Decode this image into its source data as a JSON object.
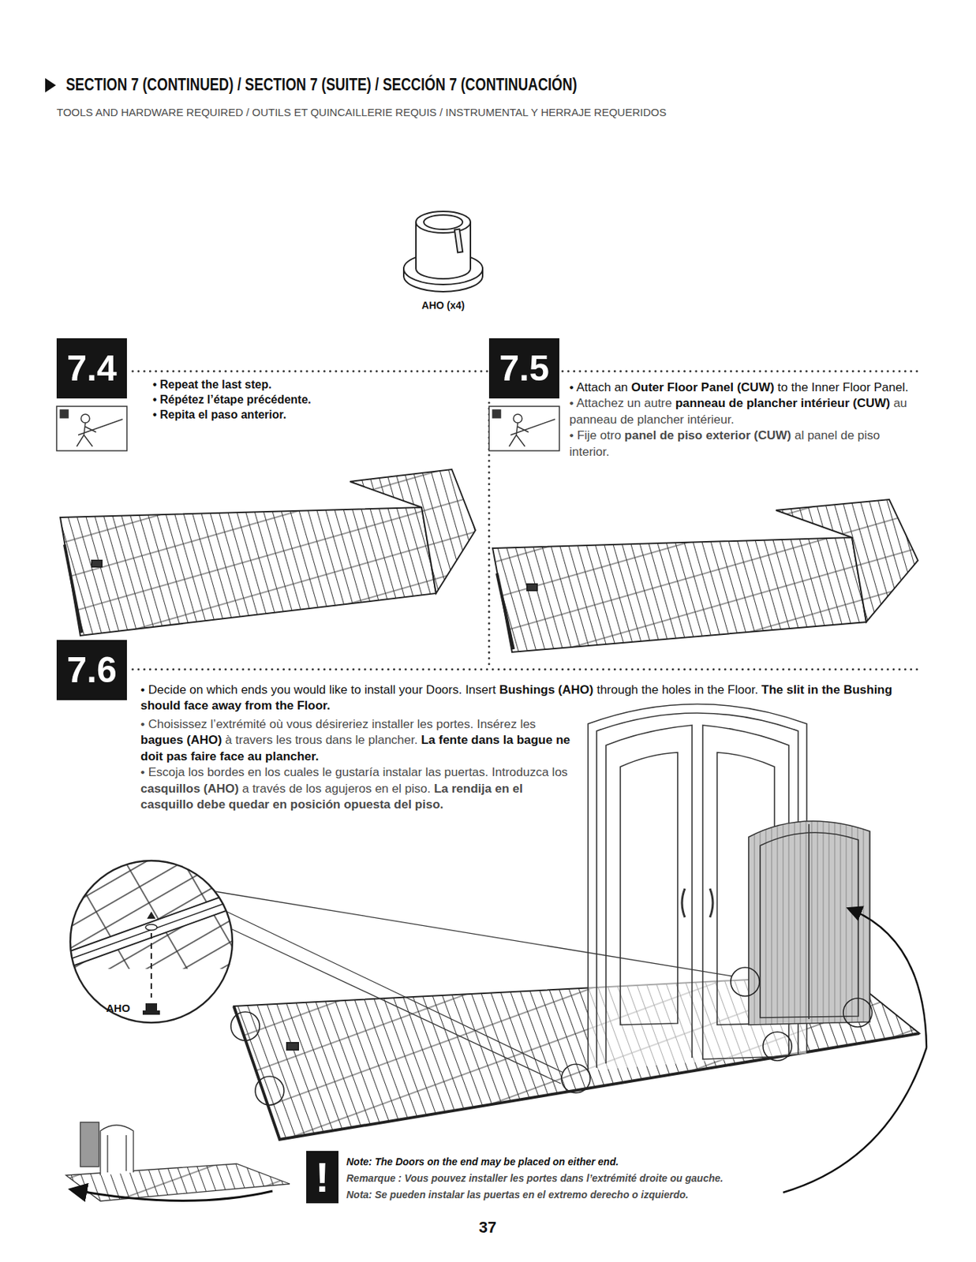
{
  "diagram": {
    "title": "SECTION 7 (CONTINUED) / SECTION 7 (SUITE) / SECCIÓN 7 (CONTINUACIÓN)",
    "nodes": [
      {
        "text": [
          "7.4"
        ]
      },
      {
        "text": [
          "7.5"
        ]
      },
      {
        "text": [
          "7.6"
        ]
      },
      {
        "text": [
          "!"
        ]
      }
    ],
    "labels": [
      "TOOLS AND HARDWARE REQUIRED / OUTILS ET QUINCAILLERIE REQUIS / INSTRUMENTAL Y HERRAJE REQUERIDOS",
      "AHO (x4)",
      "• Repeat the last step.",
      "• Répétez l’étape précédente.",
      "• Repita el paso anterior.",
      "• Attach an",
      "Outer Floor Panel (CUW)",
      "to the Inner Floor Panel.",
      "• Attachez un autre",
      "panneau de plancher intérieur (CUW)",
      "au panneau de plancher intérieur.",
      "• Fije otro",
      "panel de piso exterior (CUW)",
      "al panel de piso interior.",
      "• Decide on which ends you would like to install your Doors. Insert",
      "Bushings (AHO)",
      "through the holes in the Floor.",
      "The slit in the Bushing should face away from the Floor.",
      "• Choisissez l’extrémité où vous désireriez installer les portes. Insérez les",
      "bagues (AHO)",
      "à travers les trous dans le plancher.",
      "La fente dans la bague ne doit pas faire face au plancher.",
      "• Escoja los bordes en los cuales le gustaría instalar las puertas. Introduzca los",
      "casquillos (AHO)",
      "a través de los agujeros en el piso.",
      "La rendija en el casquillo debe quedar en posición opuesta del piso.",
      "AHO",
      "Note: The Doors on the end may be placed on either end.",
      "Remarque : Vous pouvez installer les portes dans l’extrémité droite ou gauche.",
      "Nota: Se pueden instalar las puertas en el extremo derecho o izquierdo.",
      "37"
    ]
  }
}
